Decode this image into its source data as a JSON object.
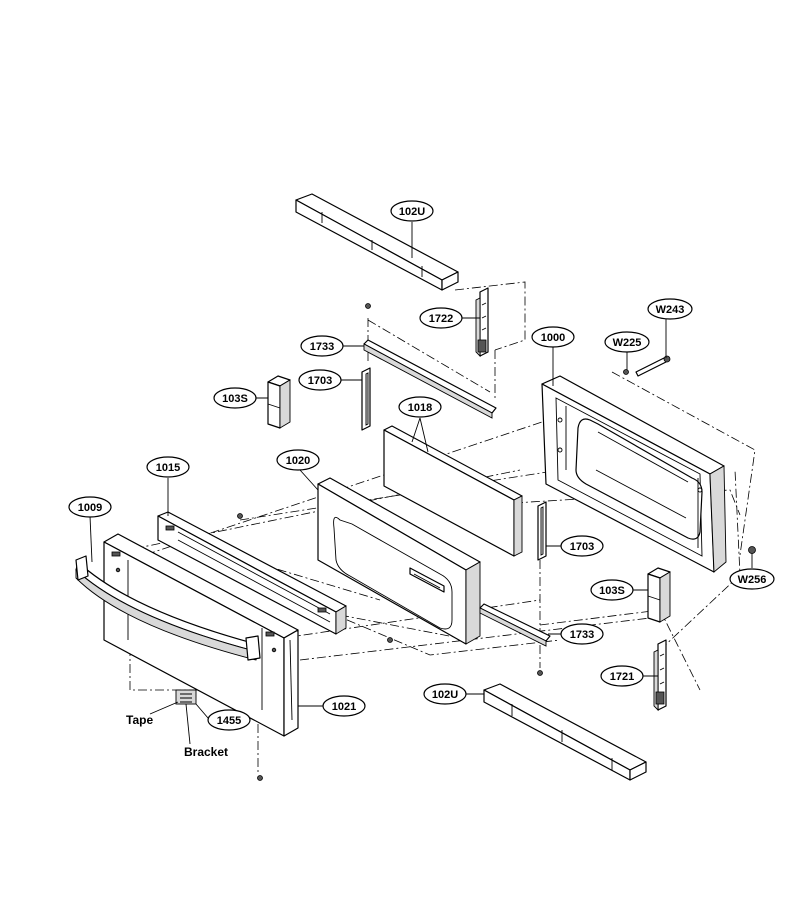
{
  "callouts": {
    "c102u_top": "102U",
    "c1722": "1722",
    "c1000": "1000",
    "cw243": "W243",
    "cw225": "W225",
    "c1733_top": "1733",
    "c1703_left": "1703",
    "c103s_left": "103S",
    "c1018": "1018",
    "c1020": "1020",
    "c1015": "1015",
    "c1009": "1009",
    "c1703_right": "1703",
    "cw256": "W256",
    "c103s_right": "103S",
    "c1733_bottom": "1733",
    "c1721": "1721",
    "c102u_bottom": "102U",
    "c1021": "1021",
    "c1455": "1455"
  },
  "labels": {
    "tape": "Tape",
    "bracket": "Bracket"
  }
}
